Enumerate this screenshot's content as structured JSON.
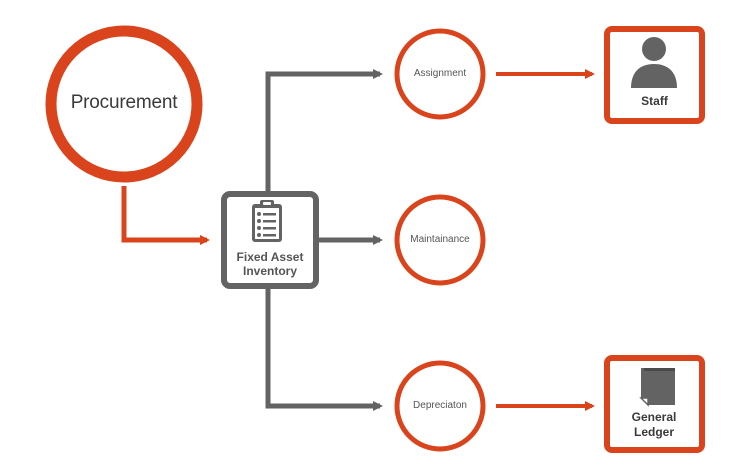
{
  "colors": {
    "accent": "#d9441c",
    "connector": "#636363",
    "background": "#ffffff"
  },
  "nodes": {
    "procurement": {
      "label": "Procurement"
    },
    "inventory": {
      "label": "Fixed Asset Inventory",
      "icon": "clipboard-list-icon"
    },
    "assignment": {
      "label": "Assignment"
    },
    "maintenance": {
      "label": "Maintainance"
    },
    "depreciation": {
      "label": "Depreciaton"
    },
    "staff": {
      "label": "Staff",
      "icon": "person-icon"
    },
    "ledger": {
      "label": "General Ledger",
      "icon": "ledger-book-icon"
    }
  }
}
